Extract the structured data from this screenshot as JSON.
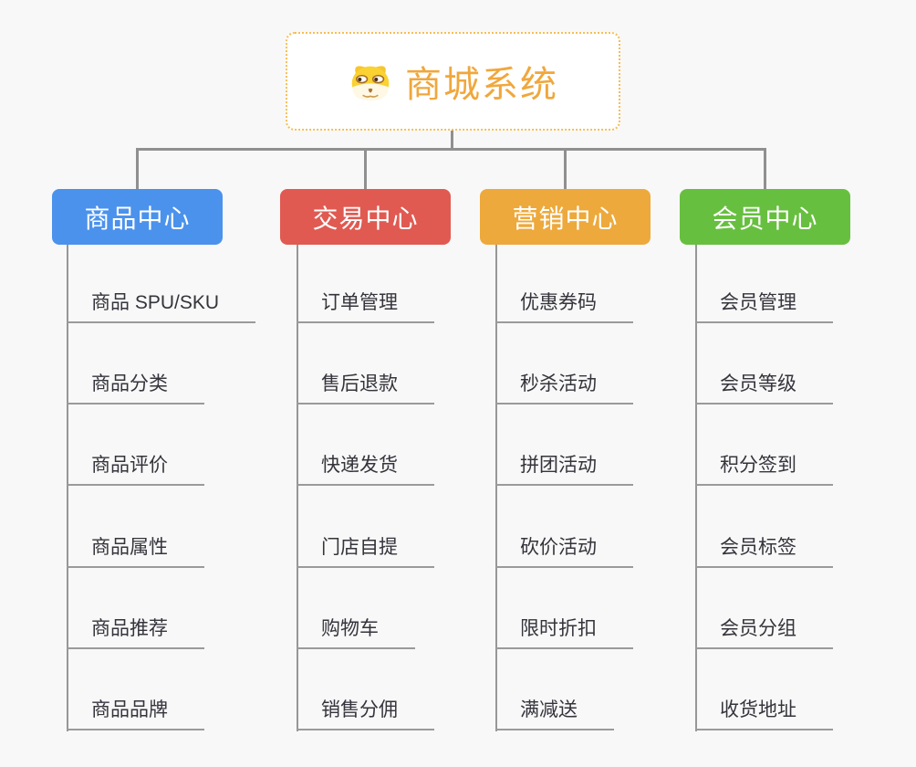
{
  "root": {
    "title": "商城系统",
    "icon": "doge-icon"
  },
  "colors": {
    "background": "#F8F8F8",
    "connector": "#909090",
    "root_border": "#F6BE55",
    "root_text": "#F0A73C",
    "leaf_text": "#34343C",
    "leaf_line": "#9A9A9A"
  },
  "branches": [
    {
      "label": "商品中心",
      "color": "#4B92EC",
      "items": [
        "商品 SPU/SKU",
        "商品分类",
        "商品评价",
        "商品属性",
        "商品推荐",
        "商品品牌"
      ]
    },
    {
      "label": "交易中心",
      "color": "#E05A52",
      "items": [
        "订单管理",
        "售后退款",
        "快递发货",
        "门店自提",
        "购物车",
        "销售分佣"
      ]
    },
    {
      "label": "营销中心",
      "color": "#EDA93C",
      "items": [
        "优惠券码",
        "秒杀活动",
        "拼团活动",
        "砍价活动",
        "限时折扣",
        "满减送"
      ]
    },
    {
      "label": "会员中心",
      "color": "#67BF3F",
      "items": [
        "会员管理",
        "会员等级",
        "积分签到",
        "会员标签",
        "会员分组",
        "收货地址"
      ]
    }
  ]
}
